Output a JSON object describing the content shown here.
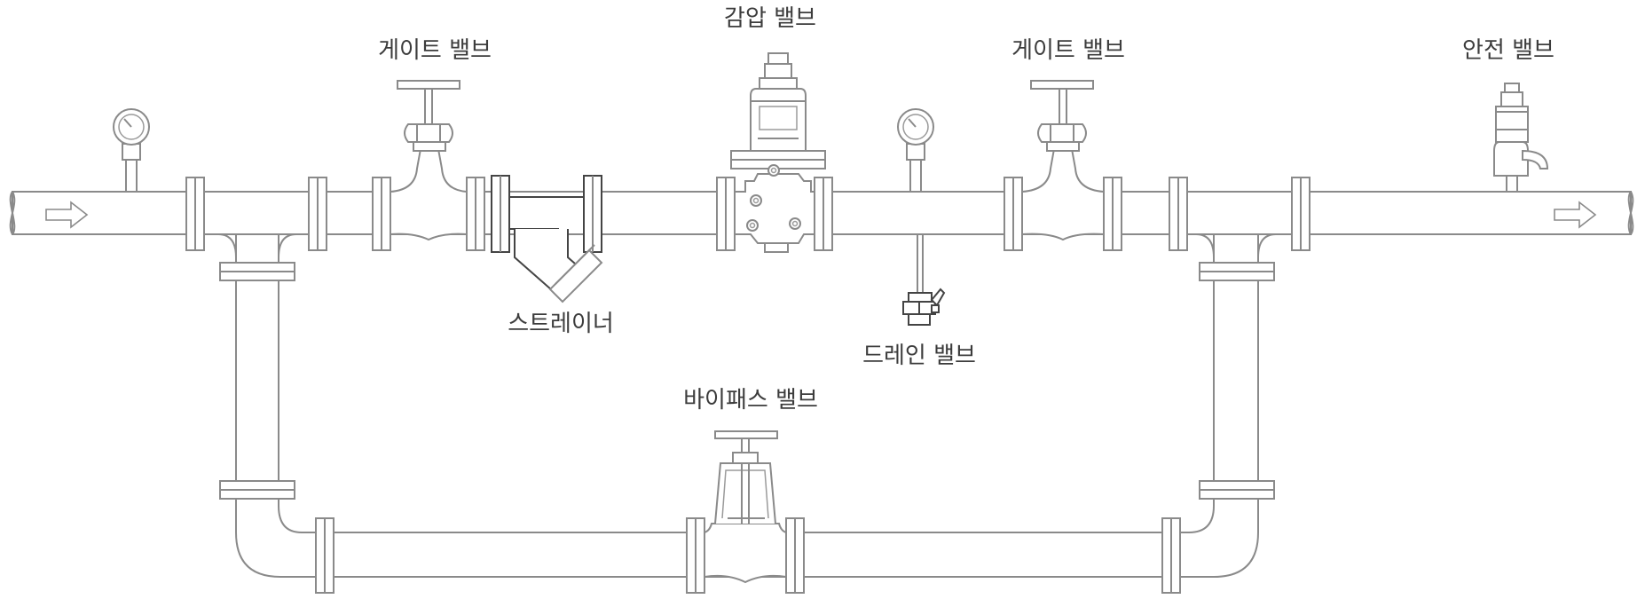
{
  "labels": {
    "gate_valve_1": "게이트 밸브",
    "pressure_reducing_valve": "감압 밸브",
    "gate_valve_2": "게이트 밸브",
    "safety_valve": "안전 밸브",
    "strainer": "스트레이너",
    "drain_valve": "드레인 밸브",
    "bypass_valve": "바이패스 밸브"
  },
  "colors": {
    "line": "#8a8a8a",
    "text": "#3c3c3c",
    "accent_dark": "#444444",
    "background": "#ffffff"
  }
}
